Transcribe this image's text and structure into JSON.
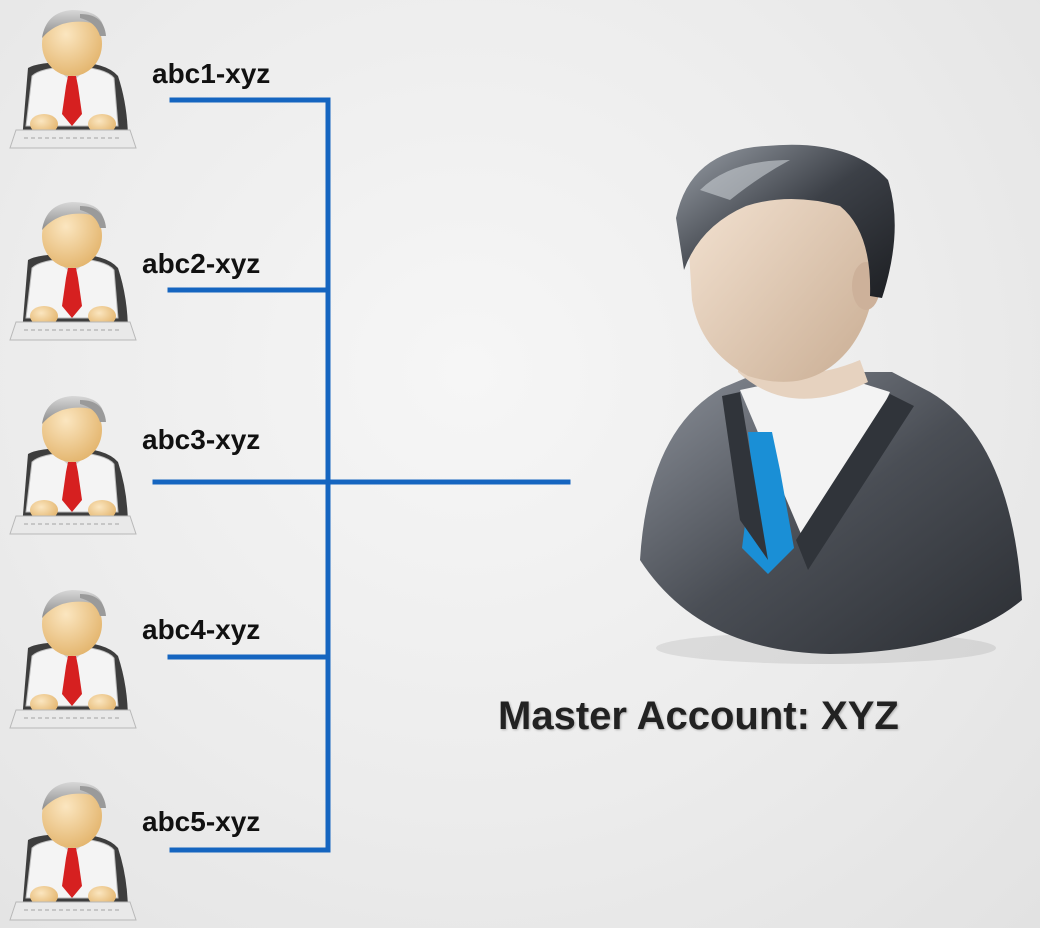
{
  "sub_accounts": [
    {
      "label": "abc1-xyz"
    },
    {
      "label": "abc2-xyz"
    },
    {
      "label": "abc3-xyz"
    },
    {
      "label": "abc4-xyz"
    },
    {
      "label": "abc5-xyz"
    }
  ],
  "master": {
    "label": "Master Account: XYZ"
  },
  "colors": {
    "connector": "#1565c0",
    "suit": "#4a4e55",
    "tie": "#1a8fd6",
    "small_tie": "#d62020"
  }
}
